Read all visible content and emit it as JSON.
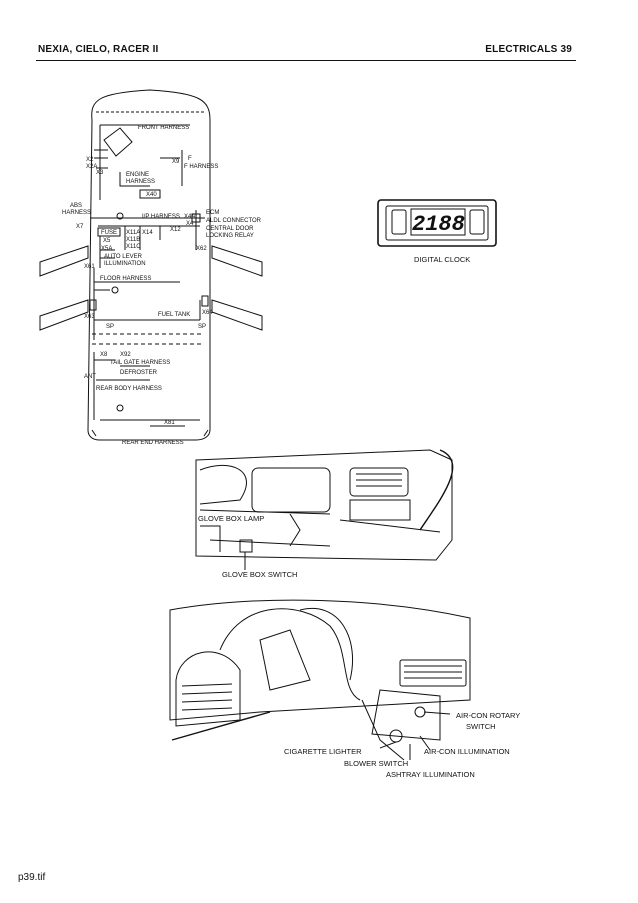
{
  "header": {
    "left": "NEXIA, CIELO, RACER II",
    "right": "ELECTRICALS 39"
  },
  "floor_diagram": {
    "labels": {
      "front_harness": "FRONT HARNESS",
      "x2": "X2",
      "x2a": "X2A",
      "x3": "X3",
      "x9": "X9",
      "f_harness": "F HARNESS",
      "f": "F",
      "engine": "ENGINE",
      "harness": "HARNESS",
      "x40": "X40",
      "abs": "ABS",
      "abs_harness": "HARNESS",
      "x7": "X7",
      "ip_harness": "I/P HARNESS",
      "x4a": "X4A",
      "x4": "X4",
      "ecm": "ECM",
      "aldl": "ALDL CONNECTOR",
      "central_door": "CENTRAL DOOR",
      "locking_relay": "LOCKING RELAY",
      "fuse": "FUSE",
      "x11a": "X11A",
      "x14": "X14",
      "x12": "X12",
      "x5": "X5",
      "x11b": "X11B",
      "x5a": "X5A",
      "x11c": "X11C",
      "x62": "X62",
      "auto_lever": "AUTO LEVER",
      "illumination": "ILLUMINATION",
      "x61": "X61",
      "floor_harness": "FLOOR HARNESS",
      "fuel_tank": "FUEL TANK",
      "x64": "X64",
      "x63": "X63",
      "sp": "SP",
      "sp2": "SP",
      "x8": "X8",
      "x92": "X92",
      "tail_gate": "TAIL GATE HARNESS",
      "defroster": "DEFROSTER",
      "ant": "ANT",
      "rear_body": "REAR BODY HARNESS",
      "x81": "X81",
      "rear_end": "REAR END HARNESS"
    }
  },
  "clock": {
    "display": "2188",
    "caption": "DIGITAL CLOCK"
  },
  "glovebox": {
    "lamp": "GLOVE BOX LAMP",
    "switch": "GLOVE BOX SWITCH"
  },
  "dash": {
    "aircon_rotary_1": "AIR-CON ROTARY",
    "aircon_rotary_2": "SWITCH",
    "cigarette": "CIGARETTE LIGHTER",
    "aircon_illum": "AIR-CON ILLUMINATION",
    "blower": "BLOWER SWITCH",
    "ashtray": "ASHTRAY ILLUMINATION"
  },
  "footer": {
    "file": "p39.tif"
  }
}
